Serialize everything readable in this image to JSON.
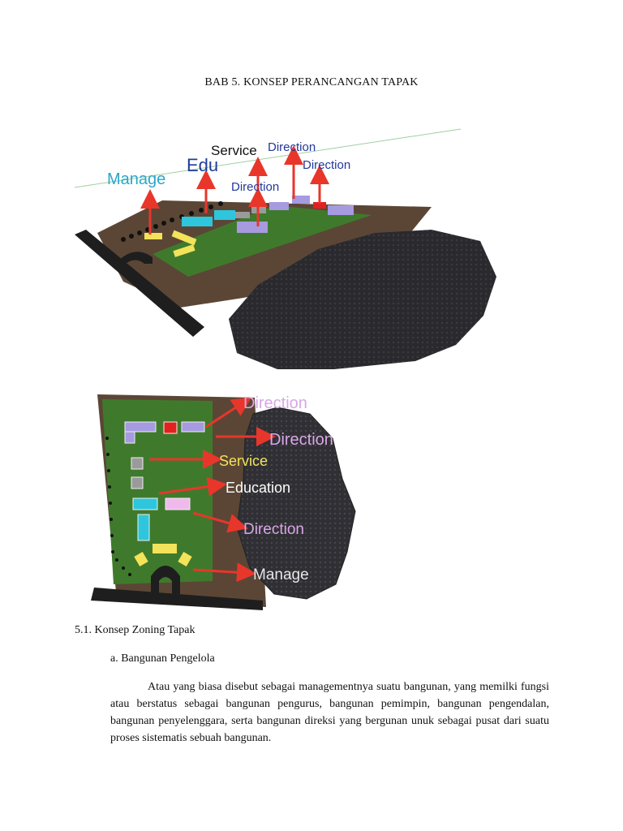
{
  "header": {
    "title": "BAB 5. KONSEP PERANCANGAN TAPAK"
  },
  "figure1": {
    "labels": {
      "manage": "Manage",
      "edu": "Edu",
      "service": "Service",
      "direction_top": "Direction",
      "direction_right": "Direction",
      "direction_mid": "Direction"
    }
  },
  "figure2": {
    "labels": {
      "direction_1": "Direction",
      "direction_2": "Direction",
      "service": "Service",
      "education": "Education",
      "direction_3": "Direction",
      "manage": "Manage"
    }
  },
  "body": {
    "section_heading": "5.1. Konsep Zoning Tapak",
    "subheading": "a. Bangunan Pengelola",
    "paragraph": "Atau yang biasa disebut sebagai managementnya suatu bangunan, yang memilki fungsi atau berstatus sebagai bangunan pengurus, bangunan pemimpin, bangunan pengendalan, bangunan penyelenggara, serta bangunan direksi yang bergunan unuk sebagai pusat dari suatu proses sistematis sebuah bangunan."
  },
  "colors": {
    "grass": "#3f7a2c",
    "soil": "#5b4636",
    "rock": "#2b2b2f",
    "arrow": "#e8362b",
    "manage_blue": "#2aa7c9",
    "edu_blue": "#1f3c9a",
    "direction_blue": "#23379a",
    "direction_pink": "#d9a6e6",
    "service_yellow": "#f2e35a"
  }
}
